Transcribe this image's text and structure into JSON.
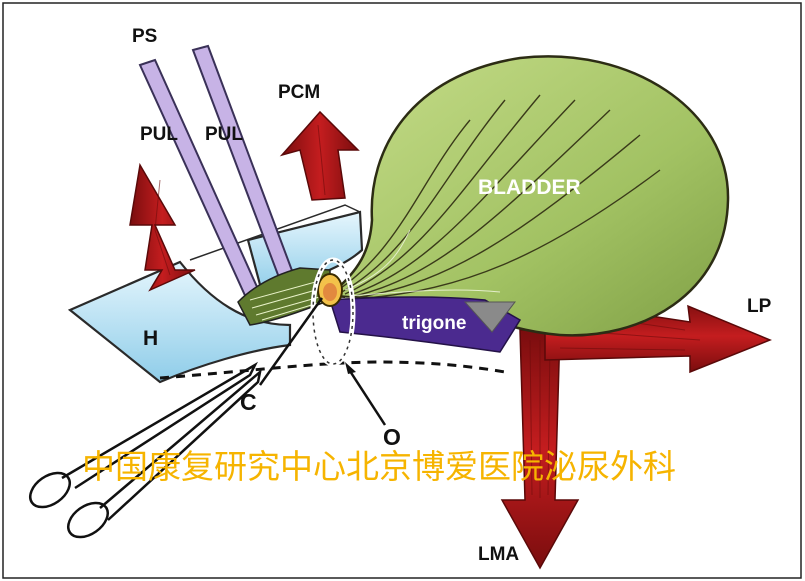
{
  "labels": {
    "ps": "PS",
    "pul_left": "PUL",
    "pul_right": "PUL",
    "pcm": "PCM",
    "bladder": "BLADDER",
    "h": "H",
    "trigone": "trigone",
    "lp": "LP",
    "c": "C",
    "o": "O",
    "lma": "LMA"
  },
  "watermark": "中国康复研究中心北京博爱医院泌尿外科",
  "icons": [
    "scissors-icon",
    "arrow-up-icon",
    "arrow-right-icon",
    "arrow-down-icon"
  ],
  "colors": {
    "frame": "#222222",
    "bladder_fill": "#a7c76a",
    "bladder_stroke": "#3a3a1a",
    "muscle_red": "#b8191b",
    "muscle_dark": "#6e0c0c",
    "ligament_fill": "#c7b3e6",
    "ligament_stroke": "#3a3158",
    "trigone_fill": "#4b2a8f",
    "hammock_fill": "#bfe3f5",
    "urethra_green": "#5f7a2e",
    "watermark": "#f6b400"
  }
}
